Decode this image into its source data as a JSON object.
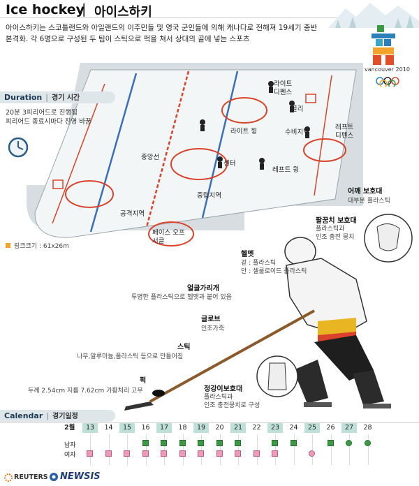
{
  "header": {
    "title_en": "Ice hockey",
    "title_sep": "|",
    "title_ko": "아이스하키",
    "intro_line1": "아이스하키는 스코틀랜드와 아일랜드의 이주민들 및 영국 군인들에 의해 캐나다로 전해져 19세기 중반",
    "intro_line2": "본격화. 각 6명으로 구성된 두 팀이 스틱으로 퍽을 쳐서 상대의 골에 넣는 스포츠"
  },
  "logo": {
    "text": "vancouver 2010"
  },
  "duration": {
    "title_en": "Duration",
    "sep": "|",
    "title_ko": "경기 시간",
    "line1": "20분 3피리어드로 진행됨",
    "line2": "피리어드 종료시마다 진영 바꿈"
  },
  "rink_size": "링크크기 : 61x26m",
  "rink_labels": {
    "left_defense": "레프트\n디펜스",
    "right_defense": "라이트\n디펜스",
    "goalie": "골리",
    "right_wing": "라이트 윙",
    "defense_zone": "수비지역",
    "center_line": "중앙선",
    "center": "센터",
    "left_wing": "레프트 윙",
    "neutral_zone": "중립지역",
    "attack_zone": "공격지역",
    "faceoff_circle": "페이스 오프\n서클"
  },
  "equipment": {
    "shoulder_title": "어깨 보호대",
    "shoulder_desc": "대부분 플라스틱",
    "elbow_title": "팔꿈치 보호대",
    "elbow_desc": "플라스틱과\n인조 충전 뭉치",
    "helmet_title": "헬멧",
    "helmet_desc1": "겉 : 플라스틱",
    "helmet_desc2": "안 : 셀룰로이드 플라스틱",
    "visor_title": "얼굴가리개",
    "visor_desc": "투명한 플라스틱으로 헬멧과 붙어 있음",
    "glove_title": "글로브",
    "glove_desc": "인조가죽",
    "stick_title": "스틱",
    "stick_desc": "나무,알루미늄,플라스틱 등으로 만들어짐",
    "puck_title": "퍽",
    "puck_desc": "두께 2.54cm  지름 7.62cm 가황처리 고무",
    "shin_title": "정강이보호대",
    "shin_desc": "플라스틱과\n인조 충전뭉치로 구성"
  },
  "calendar": {
    "title_en": "Calendar",
    "sep": "|",
    "title_ko": "경기일정",
    "month": "2월",
    "days": [
      "13",
      "14",
      "15",
      "16",
      "17",
      "18",
      "19",
      "20",
      "21",
      "22",
      "23",
      "24",
      "25",
      "26",
      "27",
      "28"
    ],
    "highlighted_days": [
      "13",
      "15",
      "17",
      "19",
      "21",
      "23",
      "25",
      "27"
    ],
    "men_label": "남자",
    "women_label": "여자",
    "men_marks": [
      "",
      "",
      "",
      "sq",
      "sq",
      "sq",
      "sq",
      "sq",
      "sq",
      "",
      "sq",
      "sq",
      "",
      "sq",
      "circle",
      "circle"
    ],
    "women_marks": [
      "sq",
      "sq",
      "sq",
      "sq",
      "sq",
      "sq",
      "sq",
      "sq",
      "sq",
      "sq",
      "sq",
      "",
      "circle",
      "",
      "",
      ""
    ]
  },
  "footer": {
    "reuters": "REUTERS",
    "newsis": "NEWSIS"
  },
  "colors": {
    "men": "#3c9a45",
    "women": "#ec9ab8",
    "highlight": "#bfe0d6",
    "rink_line_red": "#d9432b",
    "rink_line_blue": "#3a6fb7"
  }
}
